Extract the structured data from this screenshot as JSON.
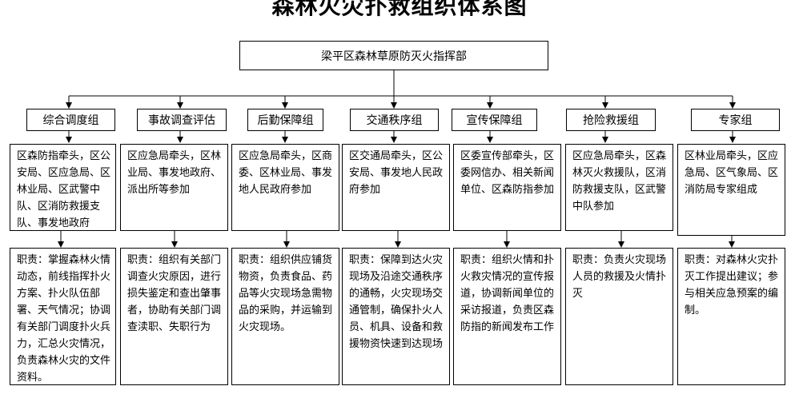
{
  "title": "森林火灾扑救组织体系图",
  "headquarters": "梁平区森林草原防灭火指挥部",
  "groups": [
    {
      "name": "综合调度组",
      "members": "区森防指牵头，区公安局、区应急局、区林业局、区武警中队、区消防救援支队、事发地政府",
      "duty": "职责：掌握森林火情动态，前线指挥扑火方案、扑火队伍部署、天气情况；协调有关部门调度扑火兵力，汇总火灾情况，负责森林火灾的文件资料。"
    },
    {
      "name": "事故调查评估",
      "members": "区应急局牵头，区林业局、事发地政府、派出所等参加",
      "duty": "职责：组织有关部门调查火灾原因，进行损失鉴定和查出肇事者，协助有关部门调查渎职、失职行为"
    },
    {
      "name": "后勤保障组",
      "members": "区应急局牵头，区商委、区林业局、事发地人民政府参加",
      "duty": "职责：组织供应铺货物资，负责食品、药品等火灾现场急需物品的采购，并运输到火灾现场。"
    },
    {
      "name": "交通秩序组",
      "members": "区交通局牵头，区公安局、事发地人民政府参加",
      "duty": "职责：保障到达火灾现场及沿途交通秩序的通畅，火灾现场交通管制，确保扑火人员、机具、设备和救援物资快速到达现场"
    },
    {
      "name": "宣传保障组",
      "members": "区委宣传部牵头，区委网信办、相关新闻单位、区森防指参加",
      "duty": "职责：组织火情和扑火救灾情况的宣传报道，协调新闻单位的采访报道，负责区森防指的新闻发布工作"
    },
    {
      "name": "抢险救援组",
      "members": "区应急局牵头，区森林灭火救援队，区消防救援支队，区武警中队参加",
      "duty": "职责：负责火灾现场人员的救援及火情扑灭"
    },
    {
      "name": "专家组",
      "members": "区林业局牵头，区应急局、区气象局、区消防局专家组成",
      "duty": "职责：对森林火灾扑灭工作提出建议；参与相关应急预案的编制。"
    }
  ]
}
